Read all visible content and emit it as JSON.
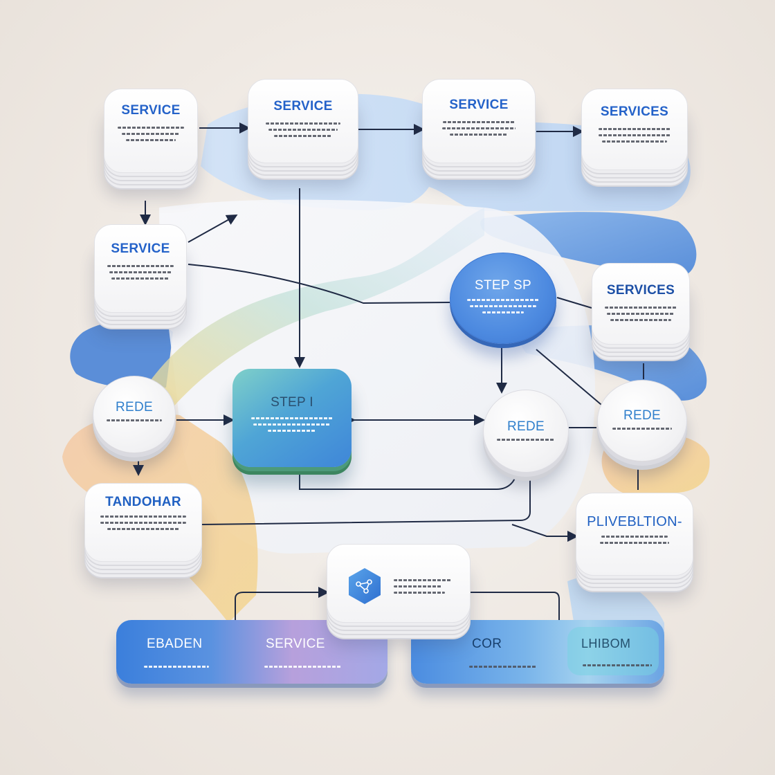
{
  "diagram": {
    "nodes": {
      "service_1": {
        "label": "SERVICE"
      },
      "service_2": {
        "label": "SERVICE"
      },
      "service_3": {
        "label": "SERVICE"
      },
      "services_4": {
        "label": "SERVICES"
      },
      "service_left": {
        "label": "SERVICE"
      },
      "step_sp": {
        "label": "STEP SP"
      },
      "services_right": {
        "label": "SERVICES"
      },
      "rede_left": {
        "label": "REDE"
      },
      "step_1": {
        "label": "STEP I"
      },
      "rede_center": {
        "label": "REDE"
      },
      "rede_right": {
        "label": "REDE"
      },
      "tandohar": {
        "label": "TANDOHAR"
      },
      "plivebltion": {
        "label": "PLIVEBLTION-"
      },
      "icon_card": {
        "icon": "hexagon-network-icon"
      }
    },
    "banners": {
      "left": {
        "label_a": "EBADEN",
        "label_b": "SERVICE"
      },
      "right": {
        "label_a": "COR",
        "label_b": "LHIBOM"
      }
    },
    "colors": {
      "accent_blue": "#2462c9",
      "card_bg": "#ffffff",
      "connector": "#1f2a44",
      "banner_blue": "#3f80d8",
      "banner_violet": "#a79ad8"
    }
  }
}
